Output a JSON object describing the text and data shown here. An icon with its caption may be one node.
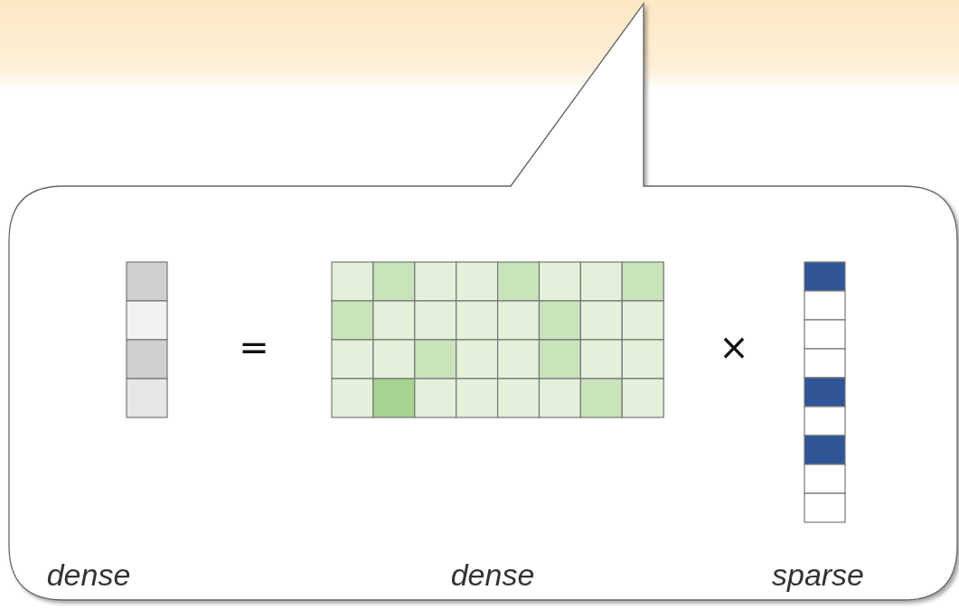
{
  "diagram": {
    "labels": [
      "=",
      "×",
      "dense",
      "dense",
      "sparse"
    ]
  }
}
